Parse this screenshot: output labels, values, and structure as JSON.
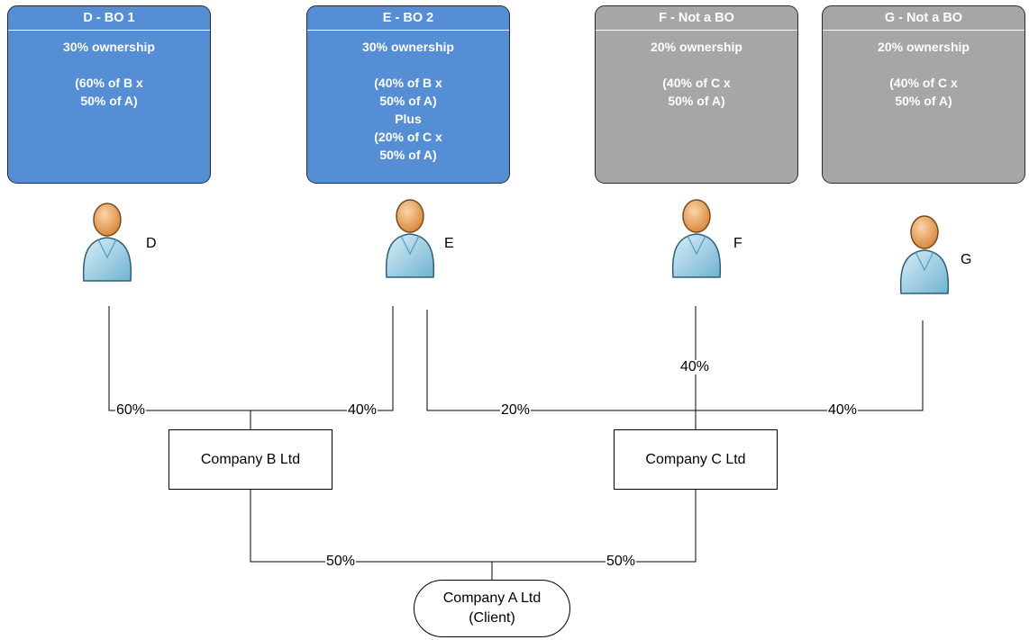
{
  "cards": [
    {
      "title": "D - BO 1",
      "ownership": "30% ownership",
      "lines": [
        "",
        "(60% of B x",
        "50% of A)"
      ],
      "kind": "bo"
    },
    {
      "title": "E - BO 2",
      "ownership": "30% ownership",
      "lines": [
        "",
        "(40% of B x",
        "50% of A)",
        "Plus",
        "(20% of C x",
        "50% of A)"
      ],
      "kind": "bo"
    },
    {
      "title": "F - Not a BO",
      "ownership": "20% ownership",
      "lines": [
        "",
        "(40% of C x",
        "50% of A)"
      ],
      "kind": "notbo"
    },
    {
      "title": "G - Not a BO",
      "ownership": "20% ownership",
      "lines": [
        "",
        "(40% of C x",
        "50% of A)"
      ],
      "kind": "notbo"
    }
  ],
  "persons": [
    "D",
    "E",
    "F",
    "G"
  ],
  "percentages": {
    "d_to_b": "60%",
    "e_to_b": "40%",
    "e_to_c": "20%",
    "f_to_c": "40%",
    "g_to_c": "40%",
    "b_to_a": "50%",
    "c_to_a": "50%"
  },
  "companies": {
    "b": "Company B Ltd",
    "c": "Company C Ltd",
    "a_line1": "Company A Ltd",
    "a_line2": "(Client)"
  },
  "colors": {
    "bo": "#558ed5",
    "not_bo": "#a6a6a6"
  },
  "icons": {
    "person": "person-icon"
  }
}
